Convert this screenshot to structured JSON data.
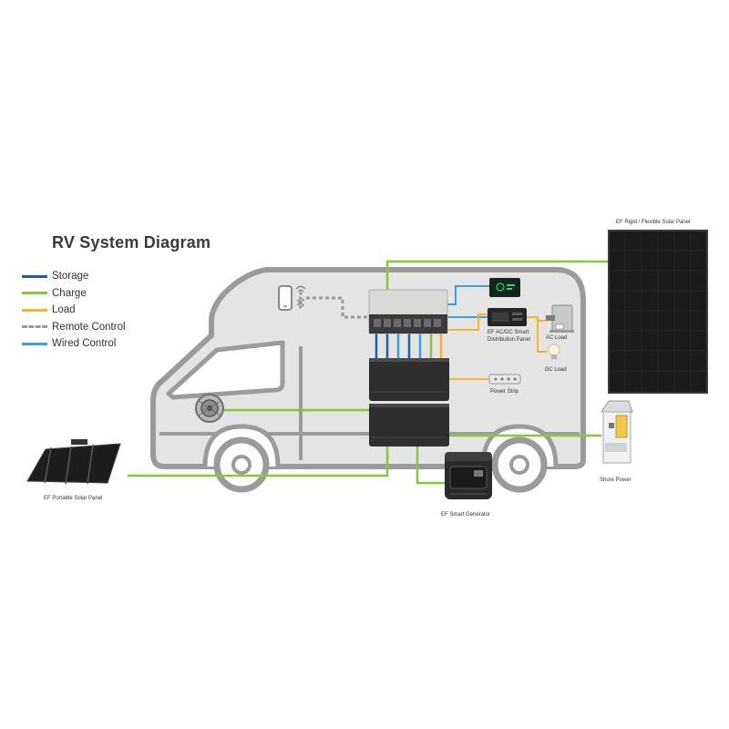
{
  "title": "RV System Diagram",
  "legend": [
    {
      "label": "Storage",
      "color": "#1f5fa8",
      "style": "solid"
    },
    {
      "label": "Charge",
      "color": "#8cc63f",
      "style": "solid"
    },
    {
      "label": "Load",
      "color": "#f7b42c",
      "style": "solid"
    },
    {
      "label": "Remote Control",
      "color": "#9a9a9a",
      "style": "dashed"
    },
    {
      "label": "Wired Control",
      "color": "#3aa0e0",
      "style": "solid"
    }
  ],
  "labels": {
    "rigid_panel": "EF Rigid / Flexible Solar Panel",
    "distribution_panel_line1": "EF AC/DC Smart",
    "distribution_panel_line2": "Distribution Panel",
    "ac_load": "AC Load",
    "dc_load": "DC Load",
    "power_strip": "Power Strip",
    "shore_power": "Shore Power",
    "smart_generator": "EF Smart Generator",
    "portable_panel": "EF Portable Solar Panel"
  },
  "colors": {
    "storage": "#1f5fa8",
    "charge": "#8cc63f",
    "load": "#f7b42c",
    "remote": "#9a9a9a",
    "wired": "#3aa0e0",
    "rv_body": "#e4e4e4",
    "rv_outline": "#9b9b9b"
  }
}
